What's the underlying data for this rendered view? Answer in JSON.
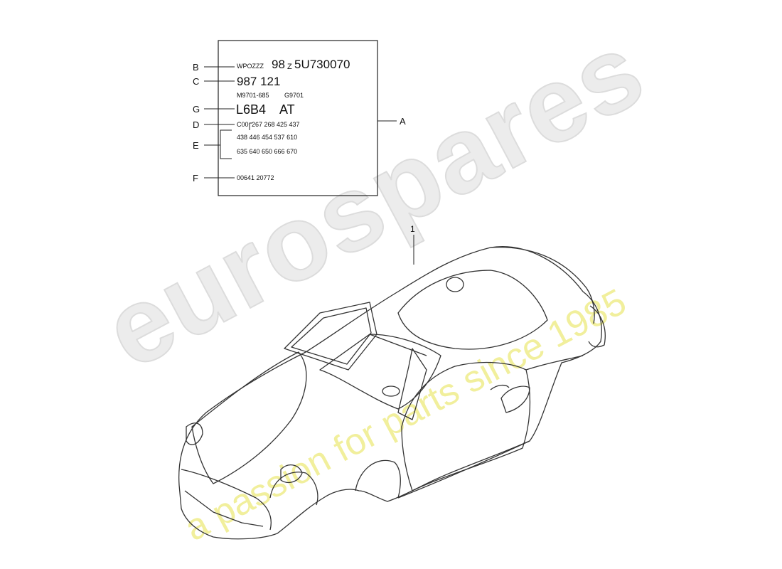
{
  "label": {
    "row_b": {
      "prefix": "WPOZZZ",
      "model": "98",
      "z": "Z",
      "serial": "5U730070"
    },
    "row_c": "987 121",
    "row_m": {
      "a": "M9701-685",
      "b": "G9701"
    },
    "row_g": {
      "a": "L6B4",
      "b": "AT"
    },
    "row_d": {
      "prefix": "C00",
      "codes": "267  268  425  437"
    },
    "row_e1": "438    446  454  537  610",
    "row_e2": "635    640  650  666  670",
    "row_f": "00641  20772"
  },
  "callouts": {
    "a": "A",
    "b": "B",
    "c": "C",
    "d": "D",
    "e": "E",
    "f": "F",
    "g": "G",
    "part_1": "1"
  },
  "watermark": {
    "brand": "eurospares",
    "tagline": "a passion for parts since 1985",
    "brand_color": "#e8e8e8",
    "tagline_color": "#f3f1a8"
  }
}
